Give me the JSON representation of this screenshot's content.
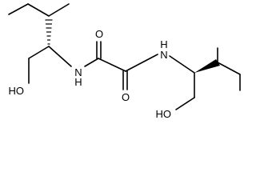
{
  "diagram": {
    "type": "skeletal-formula",
    "atom_labels": {
      "hydroxyl_left": "HO",
      "amine_left": "N",
      "amine_left_h": "H",
      "carbonyl_o_left": "O",
      "carbonyl_o_right": "O",
      "amine_right_h": "H",
      "amine_right": "N",
      "hydroxyl_right": "HO"
    }
  }
}
